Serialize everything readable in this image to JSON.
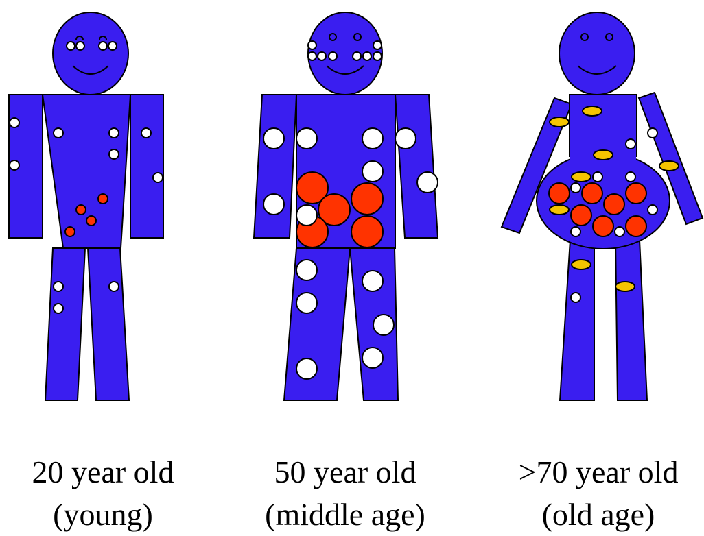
{
  "colors": {
    "body": "#3a1ef0",
    "white_cells": "#ffffff",
    "red_cells": "#ff3300",
    "yellow_cells": "#f5c400",
    "outline": "#000000"
  },
  "figures": [
    {
      "line1": "20 year old",
      "line2": "(young)"
    },
    {
      "line1": "50 year old",
      "line2": "(middle age)"
    },
    {
      "line1": ">70 year old",
      "line2": "(old age)"
    }
  ]
}
